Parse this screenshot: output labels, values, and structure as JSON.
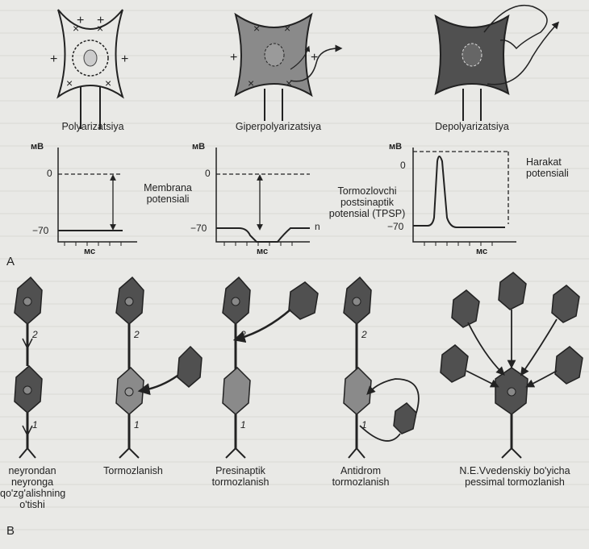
{
  "top": {
    "states": [
      "Polyarizatsiya",
      "Giperpolyarizatsiya",
      "Depolyarizatsiya"
    ],
    "unit_y": "мВ",
    "unit_x": "мс",
    "level_zero": "0",
    "level_rest": "−70",
    "graph1_label": "Membrana potensiali",
    "graph2_label": "Tormozlovchi postsinaptik potensial (TPSP)",
    "graph2_marker": "n",
    "graph3_label": "Harakat potensiali",
    "panel": "A"
  },
  "bottom": {
    "captions": [
      "neyrondan neyronga qo'zg'alishning o'tishi",
      "Tormozlanish",
      "Presinaptik tormozlanish",
      "Antidrom tormozlanish",
      "N.E.Vvedenskiy bo'yicha pessimal tormozlanish"
    ],
    "neuron_numbers": [
      "2",
      "1"
    ],
    "panel": "B"
  },
  "colors": {
    "dark_cell": "#505050",
    "mid_cell": "#8a8a8a",
    "light_cell": "#dcdcdc"
  }
}
